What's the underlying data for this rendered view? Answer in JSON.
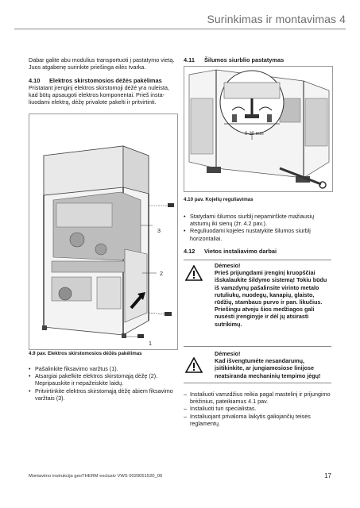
{
  "header": {
    "title": "Surinkimas ir montavimas 4"
  },
  "left": {
    "intro": "Dabar galite abu modulius transportuoti į pastatymo vietą. Juos atgabenę surinkite priešinga eilės tvarka.",
    "section_4_10": {
      "number": "4.10",
      "title": "Elektros skirstomosios dėžės pakėlimas",
      "body": "Pristatant įrenginį elektros skirstomoji dėžė yra nuleista, kad būtų apsaugoti elektros komponentai. Prieš insta­liuodami elektrą, dėžę privalote pakelti ir pritvirtinti."
    },
    "figure_caption": "4.9 pav. Elektros skirstomosios dėžės pakėlimas",
    "figure_labels": {
      "l1": "1",
      "l2": "2",
      "l3": "3"
    },
    "bullets": [
      "Pašalinkite fiksavimo varžtus (1).",
      "Atsargiai pakelkite elektros skirstomąją dėžę (2). Nepripauskite ir nepažeiskite laidų.",
      "Pritvirtinkite elektros skirstomąją dėžę abiem fiksavimo varžtais (3)."
    ]
  },
  "right": {
    "section_4_11": {
      "number": "4.11",
      "title": "Šilumos siurblio pastatymas"
    },
    "figure_caption": "4.10 pav. Kojelių reguliavimas",
    "figure_label": "0-10 mm",
    "bullets": [
      "Statydami šilumos siurblį nepamirškite mažiausių atstumų iki sienų (žr. 4.2 pav.).",
      "Reguliuodami kojeles nustatykite šilumos siurblį horizontaliai."
    ],
    "section_4_12": {
      "number": "4.12",
      "title": "Vietos instaliavimo darbai"
    },
    "warning1": {
      "heading": "Dėmesio!",
      "text": "Prieš prijungdami įrenginį kruopščiai išskalaukite šildymo sistemą! Tokiu būdu iš vamzdynų pašalinsite virinto metalo rutuliukų, nuodegų, kanapių, glaisto, rūdžių, stambaus purvo ir pan. likučius. Priešingu atveju šios medžiagos gali nusėsti įrenginyje ir dėl jų atsirasti sutrikimų."
    },
    "warning2": {
      "heading": "Dėmesio!",
      "text": "Kad išvengtumėte nesandarumų, įsitikinkite, ar jungiamosiose linijose neatsiranda mechaninių tempimo jėgų!"
    },
    "dashes": [
      "Instaliuoti vamzdžius reikia pagal mastelinį ir prijungi­mo brėžinius, pateikiamus 4.1 pav.",
      "Instaliuoti turi specialistas.",
      "Instaliuojant privaloma laikytis galiojančių teisės reglamentų."
    ]
  },
  "footer": {
    "left": "Montavimo instrukcija geoTHERM exclusiv VWS 0020051520_00",
    "page": "17"
  },
  "colors": {
    "rule": "#8a8a8a",
    "text": "#1a1a1a",
    "header": "#6e6e6e"
  }
}
